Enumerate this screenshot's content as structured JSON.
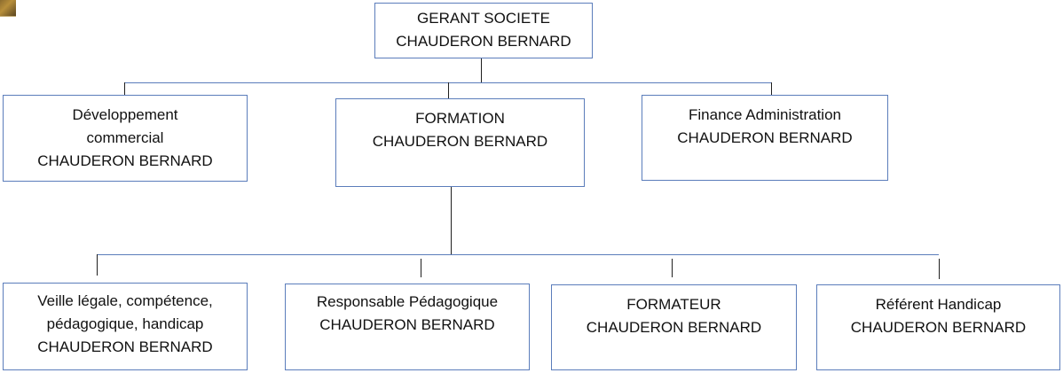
{
  "top": {
    "line1": "GERANT SOCIETE",
    "line2": "CHAUDERON BERNARD"
  },
  "middle": [
    {
      "lines": [
        "Développement",
        "commercial",
        "CHAUDERON BERNARD"
      ]
    },
    {
      "lines": [
        "FORMATION",
        "CHAUDERON BERNARD"
      ]
    },
    {
      "lines": [
        "Finance Administration",
        "CHAUDERON BERNARD"
      ]
    }
  ],
  "bottom": [
    {
      "lines": [
        "Veille légale, compétence,",
        "pédagogique, handicap",
        "CHAUDERON BERNARD"
      ]
    },
    {
      "lines": [
        "Responsable Pédagogique",
        "CHAUDERON BERNARD"
      ]
    },
    {
      "lines": [
        "FORMATEUR",
        "CHAUDERON BERNARD"
      ]
    },
    {
      "lines": [
        "Référent Handicap",
        "CHAUDERON BERNARD"
      ]
    }
  ]
}
